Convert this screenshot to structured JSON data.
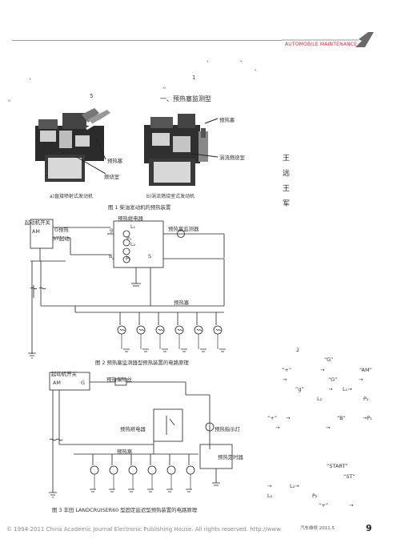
{
  "header": {
    "section": "AUTOMOBILE MAINTENANCE"
  },
  "top_marks": {
    "mark1": "、",
    "mark2": "、",
    "mark3": "、",
    "mark4": "、",
    "mark5": "1",
    "mark6": "。",
    "mark7": "5",
    "mark8": "。"
  },
  "section_title": "一、预热塞监测型",
  "figure1": {
    "engine_a_label_plug": "预热塞",
    "engine_a_label_chamber": "燃烧室",
    "engine_b_label_plug": "预热塞",
    "engine_b_label_chamber": "涡流燃烧室",
    "sub_a": "a)直接喷射式发动机",
    "sub_b": "b)涡流燃烧室式发动机",
    "caption": "图 1    柴油发动机的预热装置"
  },
  "figure2": {
    "ignition_switch": "起动机开关",
    "am": "AM",
    "g_preheat": "G预热",
    "st_start": "ST起动",
    "g": "g",
    "relay": "预热继电器",
    "l1": "L₁",
    "p1": "P₁",
    "l2": "L₂",
    "b": "B",
    "p2": "P₂",
    "s": "S",
    "monitor": "预热塞监测器",
    "plugs": "预热塞",
    "caption": "图 2    预热塞监测器型预热装置的电路原理"
  },
  "figure3": {
    "ignition_switch": "起动机开关",
    "am": "AM",
    "g": "G",
    "fuse": "预热保险丝",
    "relay": "预热继电器",
    "lamp": "预热指示灯",
    "plugs": "预热塞",
    "timer": "预热定时器",
    "caption": "图 3    丰田 LANDCRUISER60 型固定延迟型预热装置的电路原理"
  },
  "authors": [
    "王",
    "远",
    "王",
    "军"
  ],
  "right_text": {
    "r1": "2",
    "r2": "“G”",
    "r3": "“+”",
    "r4": "→",
    "r5": "“AM”",
    "r6": "→",
    "r7": "“G”",
    "r8": "→",
    "r9": "“g”",
    "r10": "→",
    "r11": "L₁→",
    "r12": "L₂",
    "r13": "P₂",
    "r14": "“+”",
    "r15": "→",
    "r16": "“B”",
    "r17": "→P₁",
    "r18": "→",
    "r19": "→",
    "r20": "“START”",
    "r21": "“ST”",
    "r22": "→",
    "r23": "L₂→",
    "r24": "L₂",
    "r25": "P₂",
    "r26": "“+”",
    "r27": "→"
  },
  "footer": {
    "copyright": "© 1994-2011 China Academic Journal Electronic Publishing House. All rights reserved.    http://www.",
    "magazine": "汽车维修  2011.5",
    "page": "9"
  }
}
